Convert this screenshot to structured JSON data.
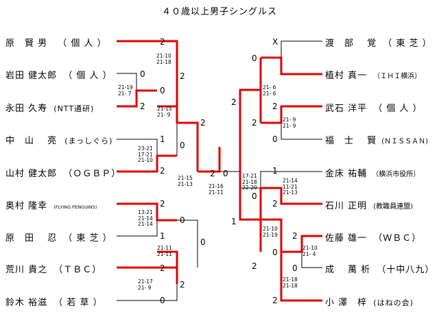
{
  "title": "４０歳以上男子シングルス",
  "left_players": [
    {
      "name": "原　賢 男",
      "affil": "（ 個 人 ）"
    },
    {
      "name": "岩田 健太郎",
      "affil": "（ 個 人 ）"
    },
    {
      "name": "永田 久寿",
      "affil": "(NTT通研)"
    },
    {
      "name": "中　山　 亮",
      "affil": "(まっしぐら)"
    },
    {
      "name": "山村 健太郎",
      "affil": "（ＯＧＢＰ）"
    },
    {
      "name": "奥村 隆幸",
      "affil": "(FLYING PENGUINS)"
    },
    {
      "name": "原　田　 忍",
      "affil": "（ 東 芝 ）"
    },
    {
      "name": "荒川 貴之",
      "affil": "（ＴＢＣ）"
    },
    {
      "name": "鈴木 裕滋",
      "affil": "（ 若 草 ）"
    }
  ],
  "right_players": [
    {
      "name": "渡　部　 覚",
      "affil": "（ 東 芝 ）"
    },
    {
      "name": "植村 真一",
      "affil": "（ＩＨＩ横浜）"
    },
    {
      "name": "武石 洋平",
      "affil": "（ 個 人 ）"
    },
    {
      "name": "福　士　 賢",
      "affil": "(ＮＩＳＳＡＮ)"
    },
    {
      "name": "金床 祐輔",
      "affil": "（横浜市役所）"
    },
    {
      "name": "石川 正明",
      "affil": "(教職員連盟)"
    },
    {
      "name": "佐藤 雄一",
      "affil": "（ＷＢＣ）"
    },
    {
      "name": "成　 萬 析",
      "affil": "（十中八九）"
    },
    {
      "name": "小 澤　梓",
      "affil": "(はねの会)"
    }
  ],
  "scores": [
    {
      "id": "L-p1",
      "t": "2"
    },
    {
      "id": "L-p2",
      "t": "0"
    },
    {
      "id": "L-p3",
      "t": "2"
    },
    {
      "id": "L-p4",
      "t": "1"
    },
    {
      "id": "L-p5",
      "t": "2"
    },
    {
      "id": "L-p6",
      "t": "2"
    },
    {
      "id": "L-p7",
      "t": "1"
    },
    {
      "id": "L-p8",
      "t": "2"
    },
    {
      "id": "L-p9",
      "t": "0"
    },
    {
      "id": "L-r2a",
      "t": "0"
    },
    {
      "id": "L-r2b",
      "t": "2"
    },
    {
      "id": "L-r2c",
      "t": "0"
    },
    {
      "id": "L-r2d",
      "t": "0"
    },
    {
      "id": "L-r2e",
      "t": "2"
    },
    {
      "id": "L-r3a",
      "t": "2"
    },
    {
      "id": "L-r3b",
      "t": "0"
    },
    {
      "id": "L-sf",
      "t": "2"
    },
    {
      "id": "F-left",
      "t": "2"
    },
    {
      "id": "F-right",
      "t": "0"
    },
    {
      "id": "R-p1",
      "t": "X"
    },
    {
      "id": "R-p3",
      "t": "2"
    },
    {
      "id": "R-p4",
      "t": "0"
    },
    {
      "id": "R-p5",
      "t": "1"
    },
    {
      "id": "R-p6",
      "t": "2"
    },
    {
      "id": "R-p7",
      "t": "2"
    },
    {
      "id": "R-p8",
      "t": "0"
    },
    {
      "id": "R-p9",
      "t": "2"
    },
    {
      "id": "R-r2a",
      "t": "0"
    },
    {
      "id": "R-r2b",
      "t": "2"
    },
    {
      "id": "R-r2c",
      "t": "0"
    },
    {
      "id": "R-r2d",
      "t": "0"
    },
    {
      "id": "R-r2e",
      "t": "2"
    },
    {
      "id": "R-r3a",
      "t": "2"
    },
    {
      "id": "R-r3b",
      "t": "1"
    }
  ],
  "game_scores": [
    {
      "id": "g-L1",
      "t": "21-10\n21-18"
    },
    {
      "id": "g-L2",
      "t": "21-19\n21- 7"
    },
    {
      "id": "g-L3",
      "t": "21-15\n21- 9"
    },
    {
      "id": "g-L4",
      "t": "23-21\n17-21\n21-10"
    },
    {
      "id": "g-L5",
      "t": "13-21\n21-14\n21-14"
    },
    {
      "id": "g-L6",
      "t": "21-11\n21-11"
    },
    {
      "id": "g-L7",
      "t": "21-17\n21- 9"
    },
    {
      "id": "g-L8",
      "t": "21-15\n21-13"
    },
    {
      "id": "g-F",
      "t": "21-16\n21-11"
    },
    {
      "id": "g-R1",
      "t": "21- 6\n21- 6"
    },
    {
      "id": "g-R2",
      "t": "21- 9\n21- 9"
    },
    {
      "id": "g-R3",
      "t": "17-21\n21-18\n22-20"
    },
    {
      "id": "g-R4",
      "t": "21-14\n11-21\n21-13"
    },
    {
      "id": "g-R5",
      "t": "21-10\n21-19"
    },
    {
      "id": "g-R6",
      "t": "21-10\n21- 4"
    },
    {
      "id": "g-R7",
      "t": "21-18\n21-18"
    }
  ]
}
